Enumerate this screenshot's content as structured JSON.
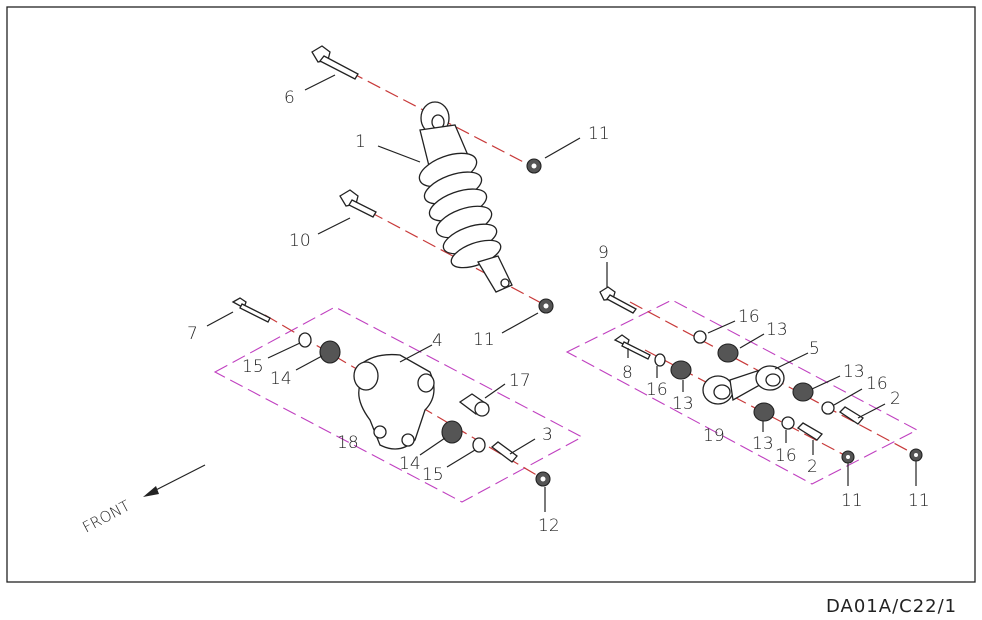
{
  "diagram": {
    "front_label": "FRONT",
    "drawing_code": "DA01A/C22/1",
    "callouts": {
      "c1": "1",
      "c2a": "2",
      "c2b": "2",
      "c3": "3",
      "c4": "4",
      "c5": "5",
      "c6": "6",
      "c7": "7",
      "c8": "8",
      "c9": "9",
      "c10": "10",
      "c11a": "11",
      "c11b": "11",
      "c11c": "11",
      "c11d": "11",
      "c12": "12",
      "c13a": "13",
      "c13b": "13",
      "c13c": "13",
      "c13d": "13",
      "c14a": "14",
      "c14b": "14",
      "c15a": "15",
      "c15b": "15",
      "c16a": "16",
      "c16b": "16",
      "c16c": "16",
      "c16d": "16",
      "c17": "17",
      "c18": "18",
      "c19": "19"
    },
    "colors": {
      "axis": "#c83a3a",
      "group_outline": "#c040c0",
      "frame": "#222222"
    }
  }
}
